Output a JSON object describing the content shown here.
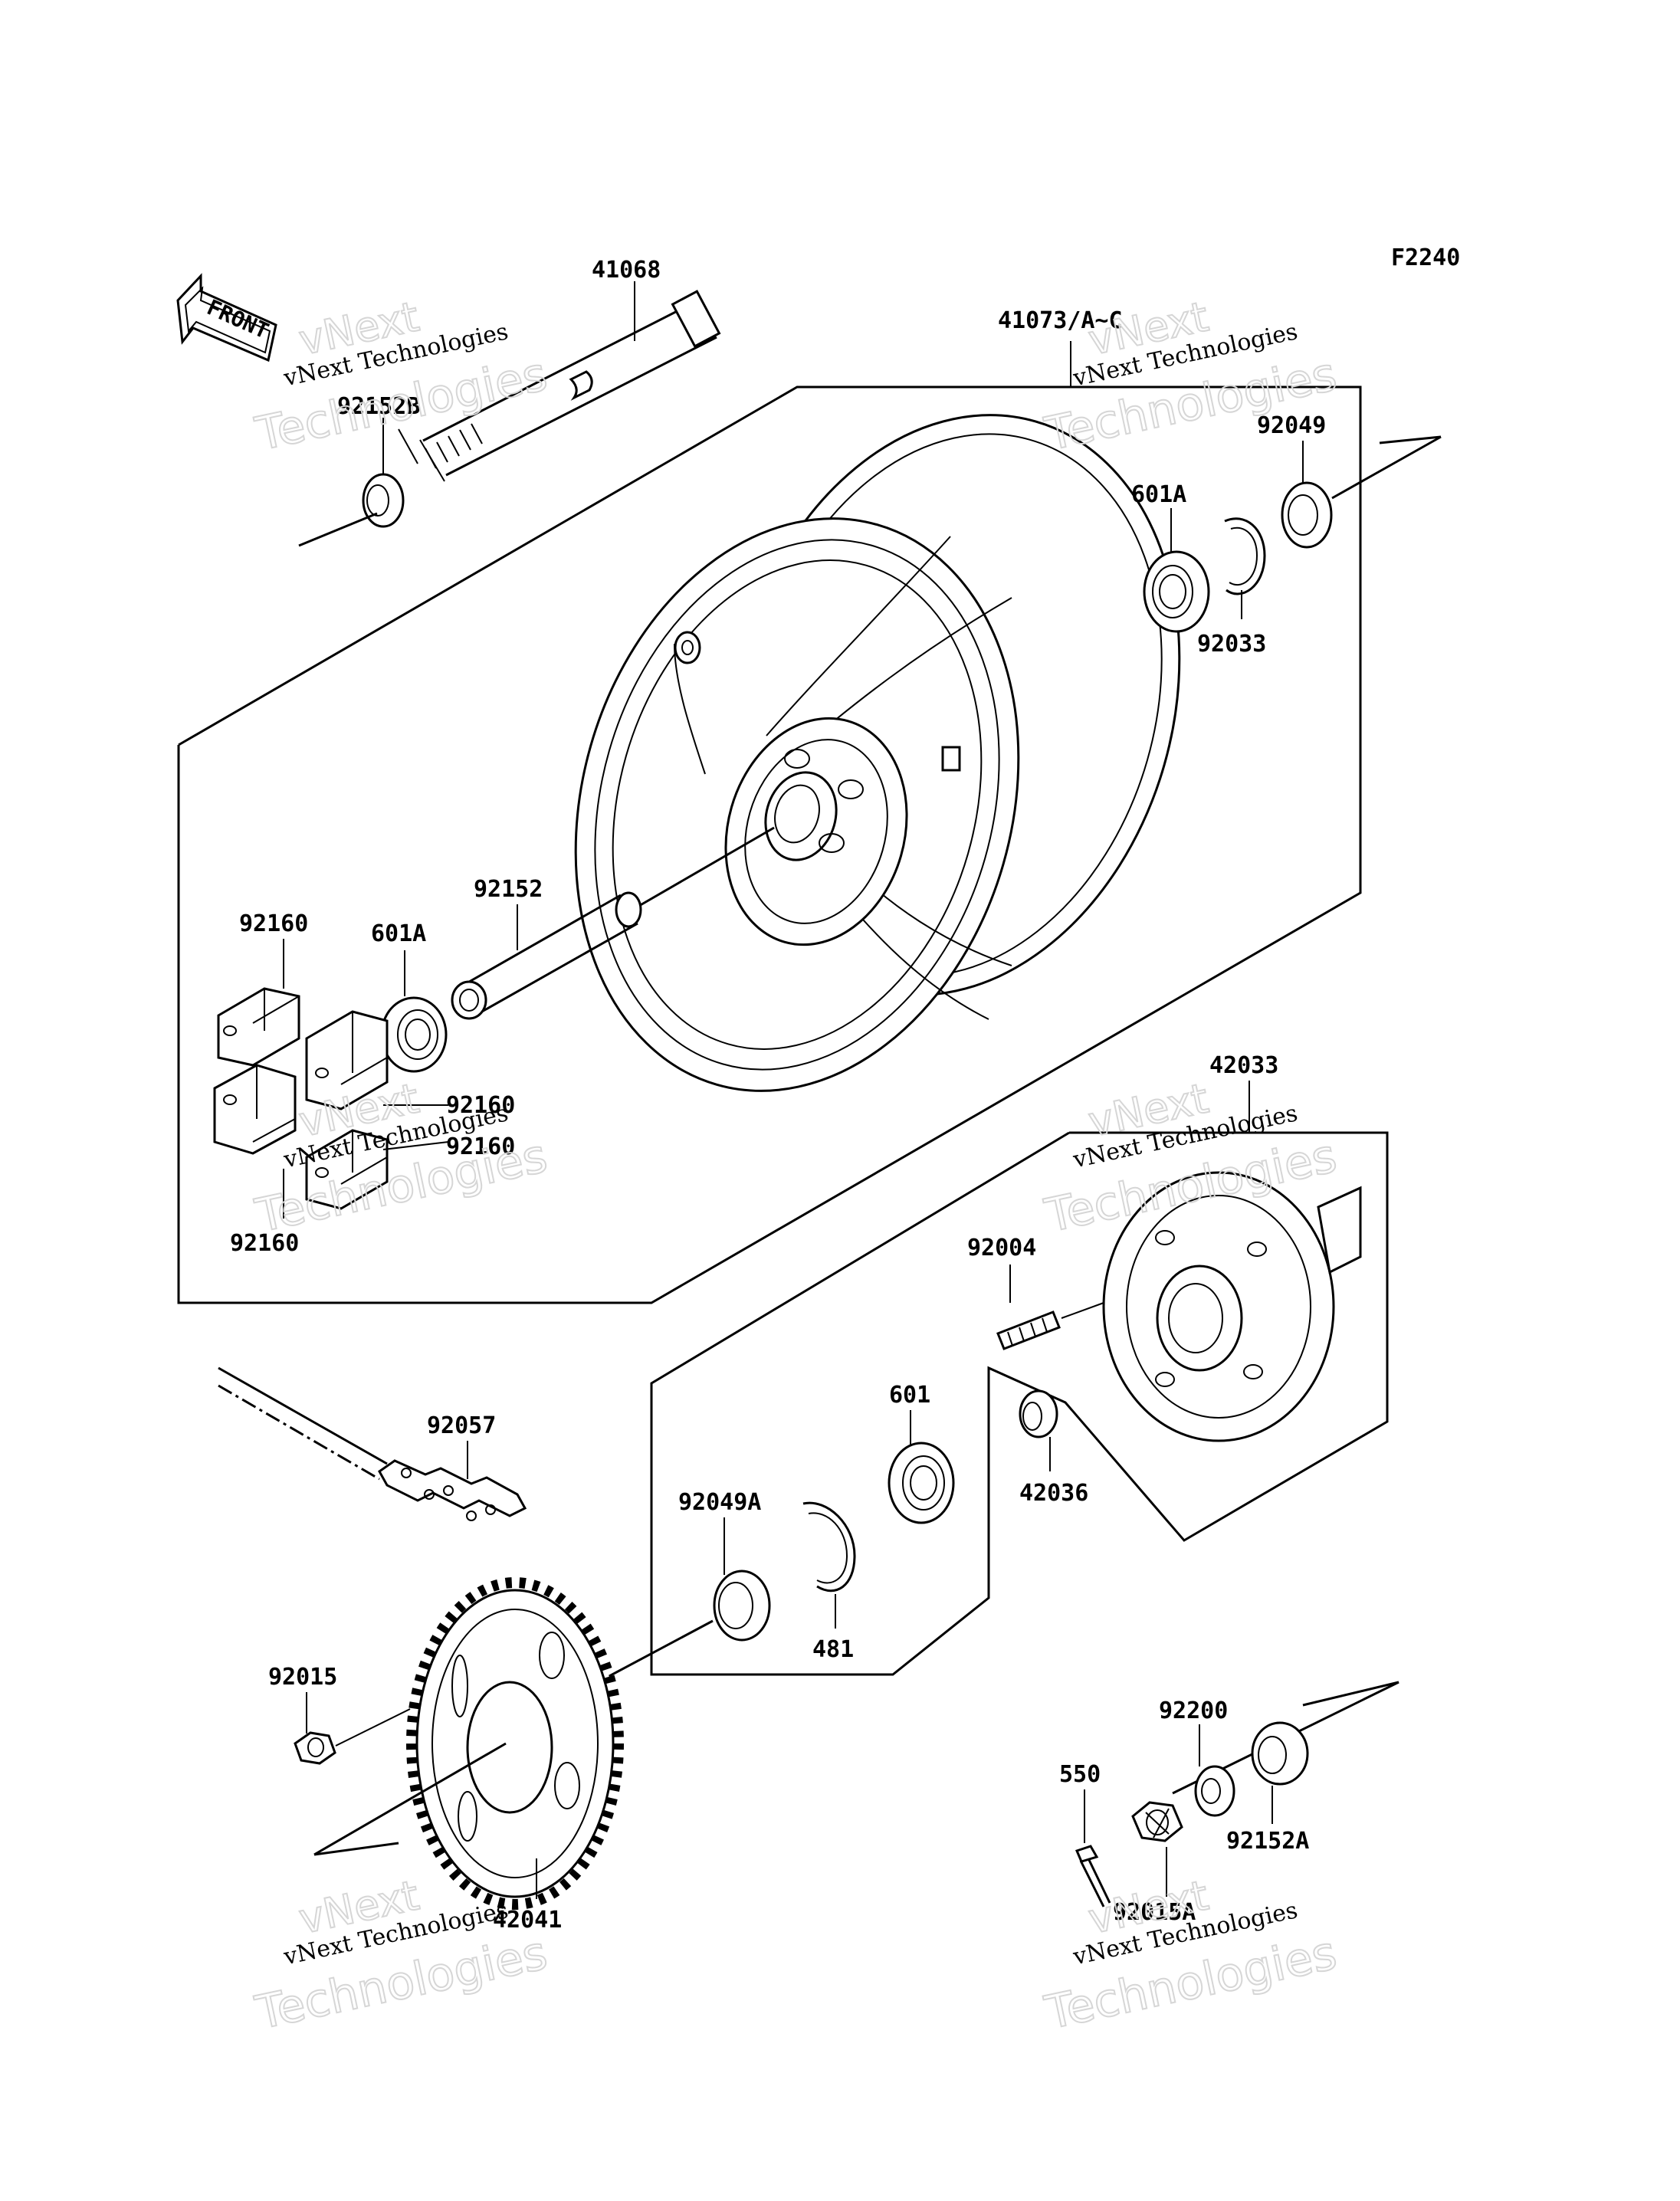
{
  "figure_code": "F2240",
  "front_label": "FRONT",
  "watermark": {
    "top": "vNext",
    "middle": "vNext Technologies",
    "bottom": "Technologies"
  },
  "parts": {
    "p41068": "41068",
    "p41073": "41073/A~C",
    "p92152B": "92152B",
    "p92049": "92049",
    "p601A_top": "601A",
    "p92033": "92033",
    "p92152": "92152",
    "p601A_left": "601A",
    "p92160_top": "92160",
    "p92160_mid1": "92160",
    "p92160_mid2": "92160",
    "p92160_bot": "92160",
    "p42033": "42033",
    "p92004": "92004",
    "p601": "601",
    "p42036": "42036",
    "p92057": "92057",
    "p92049A": "92049A",
    "p481": "481",
    "p92015": "92015",
    "p42041": "42041",
    "p92200": "92200",
    "p550": "550",
    "p92152A": "92152A",
    "p92015A": "92015A"
  }
}
